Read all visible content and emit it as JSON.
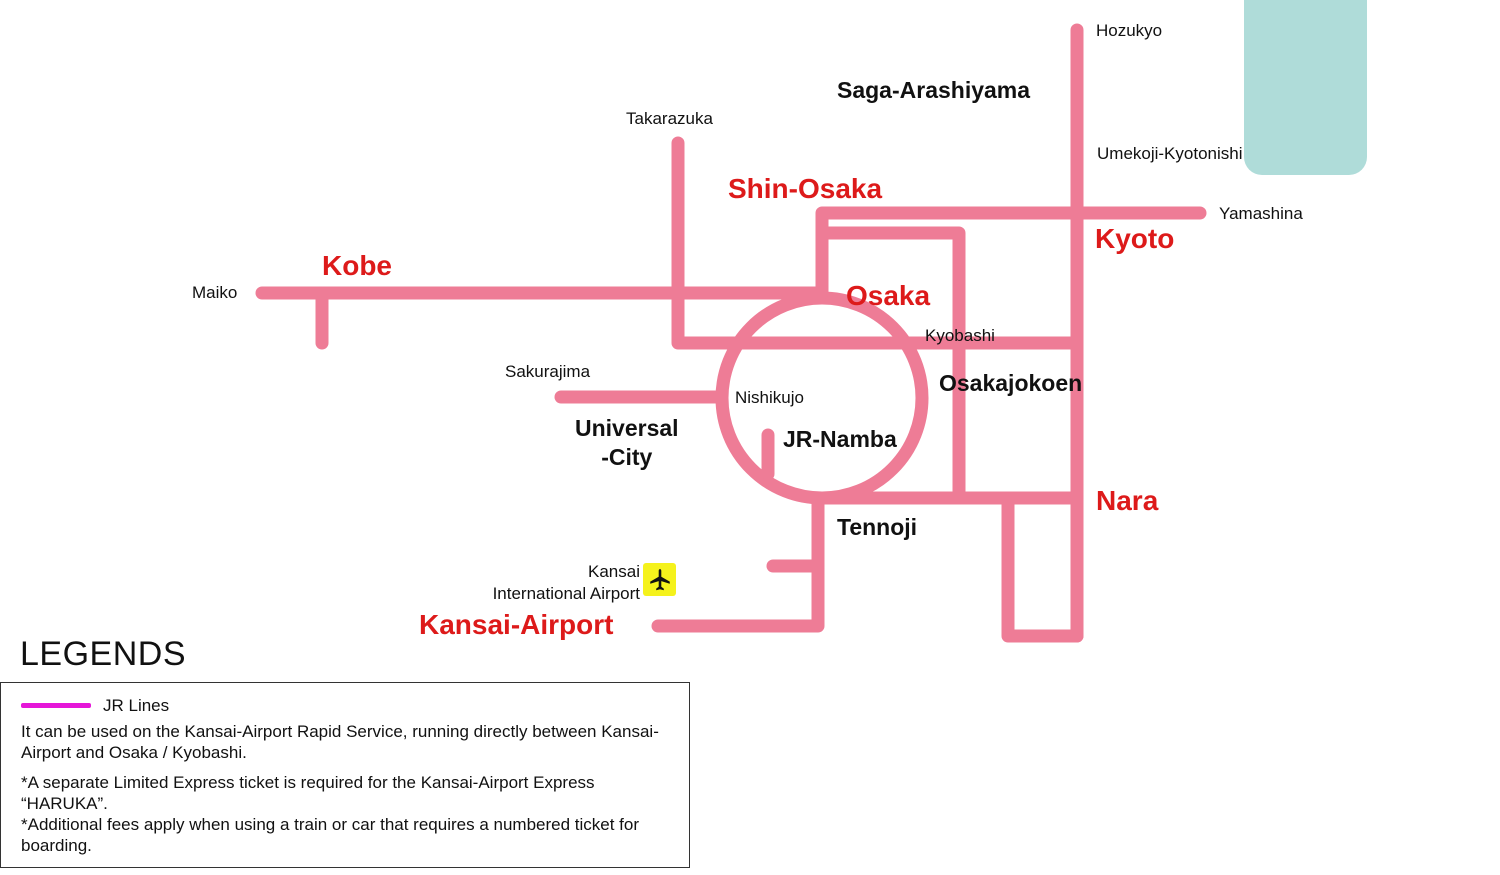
{
  "colors": {
    "line": "#ee7c96",
    "major_station": "#dd1a1a",
    "legend_jr": "#e516d8",
    "airport_badge": "#f5f21c",
    "corner_block": "#afdcd9"
  },
  "stations": {
    "hozukyo": "Hozukyo",
    "saga_arashiyama": "Saga-Arashiyama",
    "takarazuka": "Takarazuka",
    "umekoji_kyotonishi": "Umekoji-Kyotonishi",
    "shin_osaka": "Shin-Osaka",
    "yamashina": "Yamashina",
    "kyoto": "Kyoto",
    "kobe": "Kobe",
    "maiko": "Maiko",
    "osaka": "Osaka",
    "kyobashi": "Kyobashi",
    "sakurajima": "Sakurajima",
    "nishikujo": "Nishikujo",
    "osakajokoen": "Osakajokoen",
    "universal_city_1": "Universal",
    "universal_city_2": "-City",
    "jr_namba": "JR-Namba",
    "nara": "Nara",
    "tennoji": "Tennoji",
    "kansai_intl_1": "Kansai",
    "kansai_intl_2": "International Airport",
    "kansai_airport": "Kansai-Airport"
  },
  "airport_icon": "airplane-icon",
  "legend": {
    "title": "LEGENDS",
    "jr_lines_label": "JR Lines",
    "note_1": "It can be used on the Kansai-Airport Rapid Service, running directly between Kansai-Airport and Osaka / Kyobashi.",
    "note_2": "*A separate Limited Express ticket is required for the Kansai-Airport Express “HARUKA”.",
    "note_3": "*Additional fees apply when using a train or car that requires a numbered ticket for boarding."
  }
}
